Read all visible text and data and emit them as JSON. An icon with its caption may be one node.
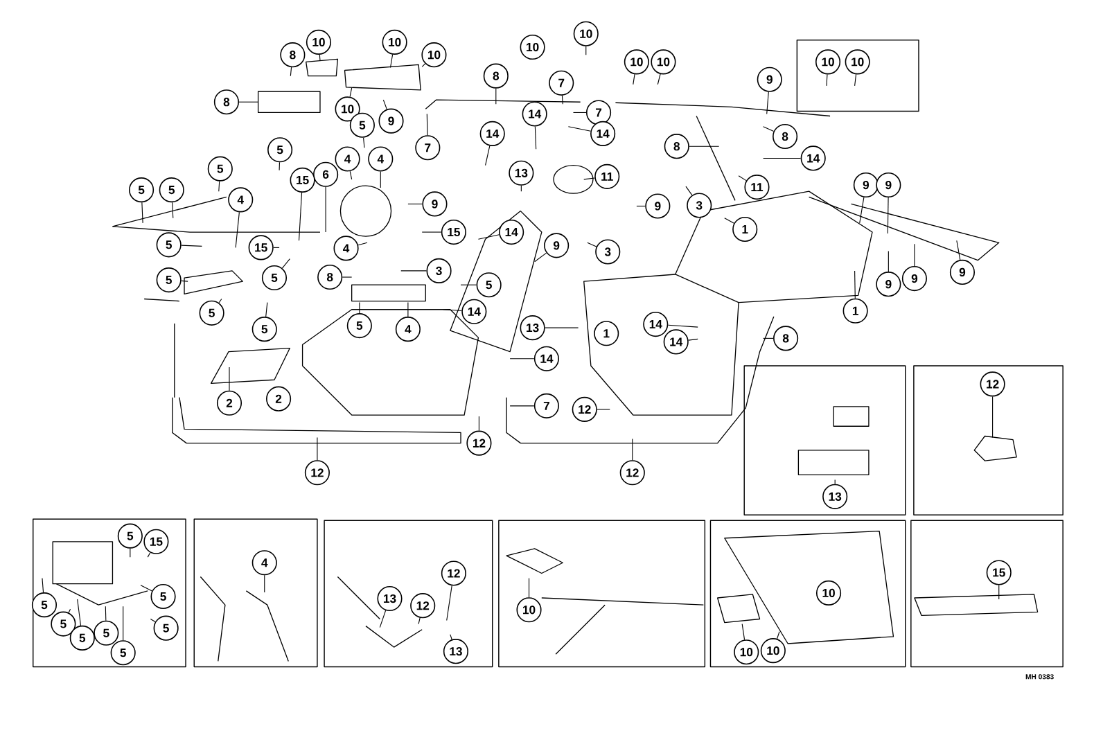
{
  "diagram": {
    "nodes": [
      {
        "text": [
          "10"
        ]
      },
      {
        "text": [
          "10"
        ]
      },
      {
        "text": [
          "10"
        ]
      },
      {
        "text": [
          "10"
        ]
      },
      {
        "text": [
          "10"
        ]
      },
      {
        "text": [
          "10"
        ]
      },
      {
        "text": [
          "10"
        ]
      },
      {
        "text": [
          "10"
        ]
      },
      {
        "text": [
          "10"
        ]
      },
      {
        "text": [
          "8"
        ]
      },
      {
        "text": [
          "8"
        ]
      },
      {
        "text": [
          "8"
        ]
      },
      {
        "text": [
          "10"
        ]
      },
      {
        "text": [
          "9"
        ]
      },
      {
        "text": [
          "7"
        ]
      },
      {
        "text": [
          "7"
        ]
      },
      {
        "text": [
          "7"
        ]
      },
      {
        "text": [
          "9"
        ]
      },
      {
        "text": [
          "8"
        ]
      },
      {
        "text": [
          "14"
        ]
      },
      {
        "text": [
          "14"
        ]
      },
      {
        "text": [
          "14"
        ]
      },
      {
        "text": [
          "14"
        ]
      },
      {
        "text": [
          "8"
        ]
      },
      {
        "text": [
          "13"
        ]
      },
      {
        "text": [
          "11"
        ]
      },
      {
        "text": [
          "11"
        ]
      },
      {
        "text": [
          "9"
        ]
      },
      {
        "text": [
          "9"
        ]
      },
      {
        "text": [
          "3"
        ]
      },
      {
        "text": [
          "5"
        ]
      },
      {
        "text": [
          "5"
        ]
      },
      {
        "text": [
          "5"
        ]
      },
      {
        "text": [
          "4"
        ]
      },
      {
        "text": [
          "4"
        ]
      },
      {
        "text": [
          "6"
        ]
      },
      {
        "text": [
          "15"
        ]
      },
      {
        "text": [
          "5"
        ]
      },
      {
        "text": [
          "5"
        ]
      },
      {
        "text": [
          "4"
        ]
      },
      {
        "text": [
          "5"
        ]
      },
      {
        "text": [
          "15"
        ]
      },
      {
        "text": [
          "15"
        ]
      },
      {
        "text": [
          "14"
        ]
      },
      {
        "text": [
          "4"
        ]
      },
      {
        "text": [
          "3"
        ]
      },
      {
        "text": [
          "8"
        ]
      },
      {
        "text": [
          "5"
        ]
      },
      {
        "text": [
          "5"
        ]
      },
      {
        "text": [
          "5"
        ]
      },
      {
        "text": [
          "14"
        ]
      },
      {
        "text": [
          "9"
        ]
      },
      {
        "text": [
          "3"
        ]
      },
      {
        "text": [
          "1"
        ]
      },
      {
        "text": [
          "9"
        ]
      },
      {
        "text": [
          "9"
        ]
      },
      {
        "text": [
          "5"
        ]
      },
      {
        "text": [
          "5"
        ]
      },
      {
        "text": [
          "5"
        ]
      },
      {
        "text": [
          "4"
        ]
      },
      {
        "text": [
          "13"
        ]
      },
      {
        "text": [
          "1"
        ]
      },
      {
        "text": [
          "14"
        ]
      },
      {
        "text": [
          "14"
        ]
      },
      {
        "text": [
          "8"
        ]
      },
      {
        "text": [
          "1"
        ]
      },
      {
        "text": [
          "9"
        ]
      },
      {
        "text": [
          "9"
        ]
      },
      {
        "text": [
          "9"
        ]
      },
      {
        "text": [
          "14"
        ]
      },
      {
        "text": [
          "2"
        ]
      },
      {
        "text": [
          "2"
        ]
      },
      {
        "text": [
          "12"
        ]
      },
      {
        "text": [
          "7"
        ]
      },
      {
        "text": [
          "12"
        ]
      },
      {
        "text": [
          "12"
        ]
      },
      {
        "text": [
          "12"
        ]
      },
      {
        "text": [
          "13"
        ]
      },
      {
        "text": [
          "12"
        ]
      },
      {
        "text": [
          "5"
        ]
      },
      {
        "text": [
          "15"
        ]
      },
      {
        "text": [
          "5"
        ]
      },
      {
        "text": [
          "5"
        ]
      },
      {
        "text": [
          "5"
        ]
      },
      {
        "text": [
          "5"
        ]
      },
      {
        "text": [
          "5"
        ]
      },
      {
        "text": [
          "5"
        ]
      },
      {
        "text": [
          "5"
        ]
      },
      {
        "text": [
          "4"
        ]
      },
      {
        "text": [
          "13"
        ]
      },
      {
        "text": [
          "12"
        ]
      },
      {
        "text": [
          "12"
        ]
      },
      {
        "text": [
          "13"
        ]
      },
      {
        "text": [
          "10"
        ]
      },
      {
        "text": [
          "10"
        ]
      },
      {
        "text": [
          "10"
        ]
      },
      {
        "text": [
          "10"
        ]
      },
      {
        "text": [
          "15"
        ]
      }
    ],
    "edges": [
      {
        "from": 0,
        "to": null,
        "arrow": "none"
      },
      {
        "from": 1,
        "to": null,
        "arrow": "none"
      },
      {
        "from": 2,
        "to": null,
        "arrow": "none"
      },
      {
        "from": 4,
        "to": null,
        "arrow": "none"
      },
      {
        "from": 5,
        "to": null,
        "arrow": "none"
      },
      {
        "from": 6,
        "to": null,
        "arrow": "none"
      },
      {
        "from": 7,
        "to": null,
        "arrow": "none"
      },
      {
        "from": 8,
        "to": null,
        "arrow": "none"
      },
      {
        "from": 9,
        "to": null,
        "arrow": "none"
      },
      {
        "from": 10,
        "to": null,
        "arrow": "none"
      },
      {
        "from": 11,
        "to": null,
        "arrow": "none"
      },
      {
        "from": 12,
        "to": null,
        "arrow": "none"
      },
      {
        "from": 13,
        "to": null,
        "arrow": "none"
      },
      {
        "from": 14,
        "to": null,
        "arrow": "none"
      },
      {
        "from": 15,
        "to": null,
        "arrow": "none"
      },
      {
        "from": 16,
        "to": null,
        "arrow": "none"
      },
      {
        "from": 17,
        "to": null,
        "arrow": "none"
      },
      {
        "from": 18,
        "to": null,
        "arrow": "none"
      },
      {
        "from": 19,
        "to": null,
        "arrow": "none"
      },
      {
        "from": 20,
        "to": null,
        "arrow": "none"
      },
      {
        "from": 21,
        "to": null,
        "arrow": "none"
      },
      {
        "from": 22,
        "to": null,
        "arrow": "none"
      },
      {
        "from": 23,
        "to": null,
        "arrow": "none"
      },
      {
        "from": 24,
        "to": null,
        "arrow": "none"
      },
      {
        "from": 25,
        "to": null,
        "arrow": "none"
      },
      {
        "from": 26,
        "to": null,
        "arrow": "none"
      },
      {
        "from": 27,
        "to": null,
        "arrow": "none"
      },
      {
        "from": 28,
        "to": null,
        "arrow": "none"
      },
      {
        "from": 29,
        "to": null,
        "arrow": "none"
      },
      {
        "from": 30,
        "to": null,
        "arrow": "none"
      },
      {
        "from": 31,
        "to": null,
        "arrow": "none"
      },
      {
        "from": 32,
        "to": null,
        "arrow": "none"
      },
      {
        "from": 33,
        "to": null,
        "arrow": "none"
      },
      {
        "from": 34,
        "to": null,
        "arrow": "none"
      },
      {
        "from": 35,
        "to": null,
        "arrow": "none"
      },
      {
        "from": 36,
        "to": null,
        "arrow": "none"
      },
      {
        "from": 37,
        "to": null,
        "arrow": "none"
      },
      {
        "from": 38,
        "to": null,
        "arrow": "none"
      },
      {
        "from": 39,
        "to": null,
        "arrow": "none"
      },
      {
        "from": 40,
        "to": null,
        "arrow": "none"
      },
      {
        "from": 41,
        "to": null,
        "arrow": "none"
      },
      {
        "from": 42,
        "to": null,
        "arrow": "none"
      },
      {
        "from": 43,
        "to": null,
        "arrow": "none"
      },
      {
        "from": 44,
        "to": null,
        "arrow": "none"
      },
      {
        "from": 45,
        "to": null,
        "arrow": "none"
      },
      {
        "from": 46,
        "to": null,
        "arrow": "none"
      },
      {
        "from": 47,
        "to": null,
        "arrow": "none"
      },
      {
        "from": 48,
        "to": null,
        "arrow": "none"
      },
      {
        "from": 49,
        "to": null,
        "arrow": "none"
      },
      {
        "from": 50,
        "to": null,
        "arrow": "none"
      },
      {
        "from": 51,
        "to": null,
        "arrow": "none"
      },
      {
        "from": 52,
        "to": null,
        "arrow": "none"
      },
      {
        "from": 53,
        "to": null,
        "arrow": "none"
      },
      {
        "from": 54,
        "to": null,
        "arrow": "none"
      },
      {
        "from": 55,
        "to": null,
        "arrow": "none"
      },
      {
        "from": 56,
        "to": null,
        "arrow": "none"
      },
      {
        "from": 57,
        "to": null,
        "arrow": "none"
      },
      {
        "from": 58,
        "to": null,
        "arrow": "none"
      },
      {
        "from": 59,
        "to": null,
        "arrow": "none"
      },
      {
        "from": 60,
        "to": null,
        "arrow": "none"
      },
      {
        "from": 62,
        "to": null,
        "arrow": "none"
      },
      {
        "from": 63,
        "to": null,
        "arrow": "none"
      },
      {
        "from": 64,
        "to": null,
        "arrow": "none"
      },
      {
        "from": 65,
        "to": null,
        "arrow": "none"
      },
      {
        "from": 66,
        "to": null,
        "arrow": "none"
      },
      {
        "from": 67,
        "to": null,
        "arrow": "none"
      },
      {
        "from": 68,
        "to": null,
        "arrow": "none"
      },
      {
        "from": 69,
        "to": null,
        "arrow": "none"
      },
      {
        "from": 70,
        "to": null,
        "arrow": "none"
      },
      {
        "from": 72,
        "to": null,
        "arrow": "none"
      },
      {
        "from": 73,
        "to": null,
        "arrow": "none"
      },
      {
        "from": 74,
        "to": null,
        "arrow": "none"
      },
      {
        "from": 75,
        "to": null,
        "arrow": "none"
      },
      {
        "from": 76,
        "to": null,
        "arrow": "none"
      },
      {
        "from": 77,
        "to": null,
        "arrow": "none"
      },
      {
        "from": 78,
        "to": null,
        "arrow": "none"
      },
      {
        "from": 79,
        "to": null,
        "arrow": "none"
      },
      {
        "from": 80,
        "to": null,
        "arrow": "none"
      },
      {
        "from": 81,
        "to": null,
        "arrow": "none"
      },
      {
        "from": 82,
        "to": null,
        "arrow": "none"
      },
      {
        "from": 83,
        "to": null,
        "arrow": "none"
      },
      {
        "from": 84,
        "to": null,
        "arrow": "none"
      },
      {
        "from": 85,
        "to": null,
        "arrow": "none"
      },
      {
        "from": 86,
        "to": null,
        "arrow": "none"
      },
      {
        "from": 87,
        "to": null,
        "arrow": "none"
      },
      {
        "from": 88,
        "to": null,
        "arrow": "none"
      },
      {
        "from": 89,
        "to": null,
        "arrow": "none"
      },
      {
        "from": 90,
        "to": null,
        "arrow": "none"
      },
      {
        "from": 91,
        "to": null,
        "arrow": "none"
      },
      {
        "from": 92,
        "to": null,
        "arrow": "none"
      },
      {
        "from": 93,
        "to": null,
        "arrow": "none"
      },
      {
        "from": 95,
        "to": null,
        "arrow": "none"
      },
      {
        "from": 96,
        "to": null,
        "arrow": "none"
      },
      {
        "from": 97,
        "to": null,
        "arrow": "none"
      }
    ],
    "labels": [
      "MH 0383"
    ]
  }
}
